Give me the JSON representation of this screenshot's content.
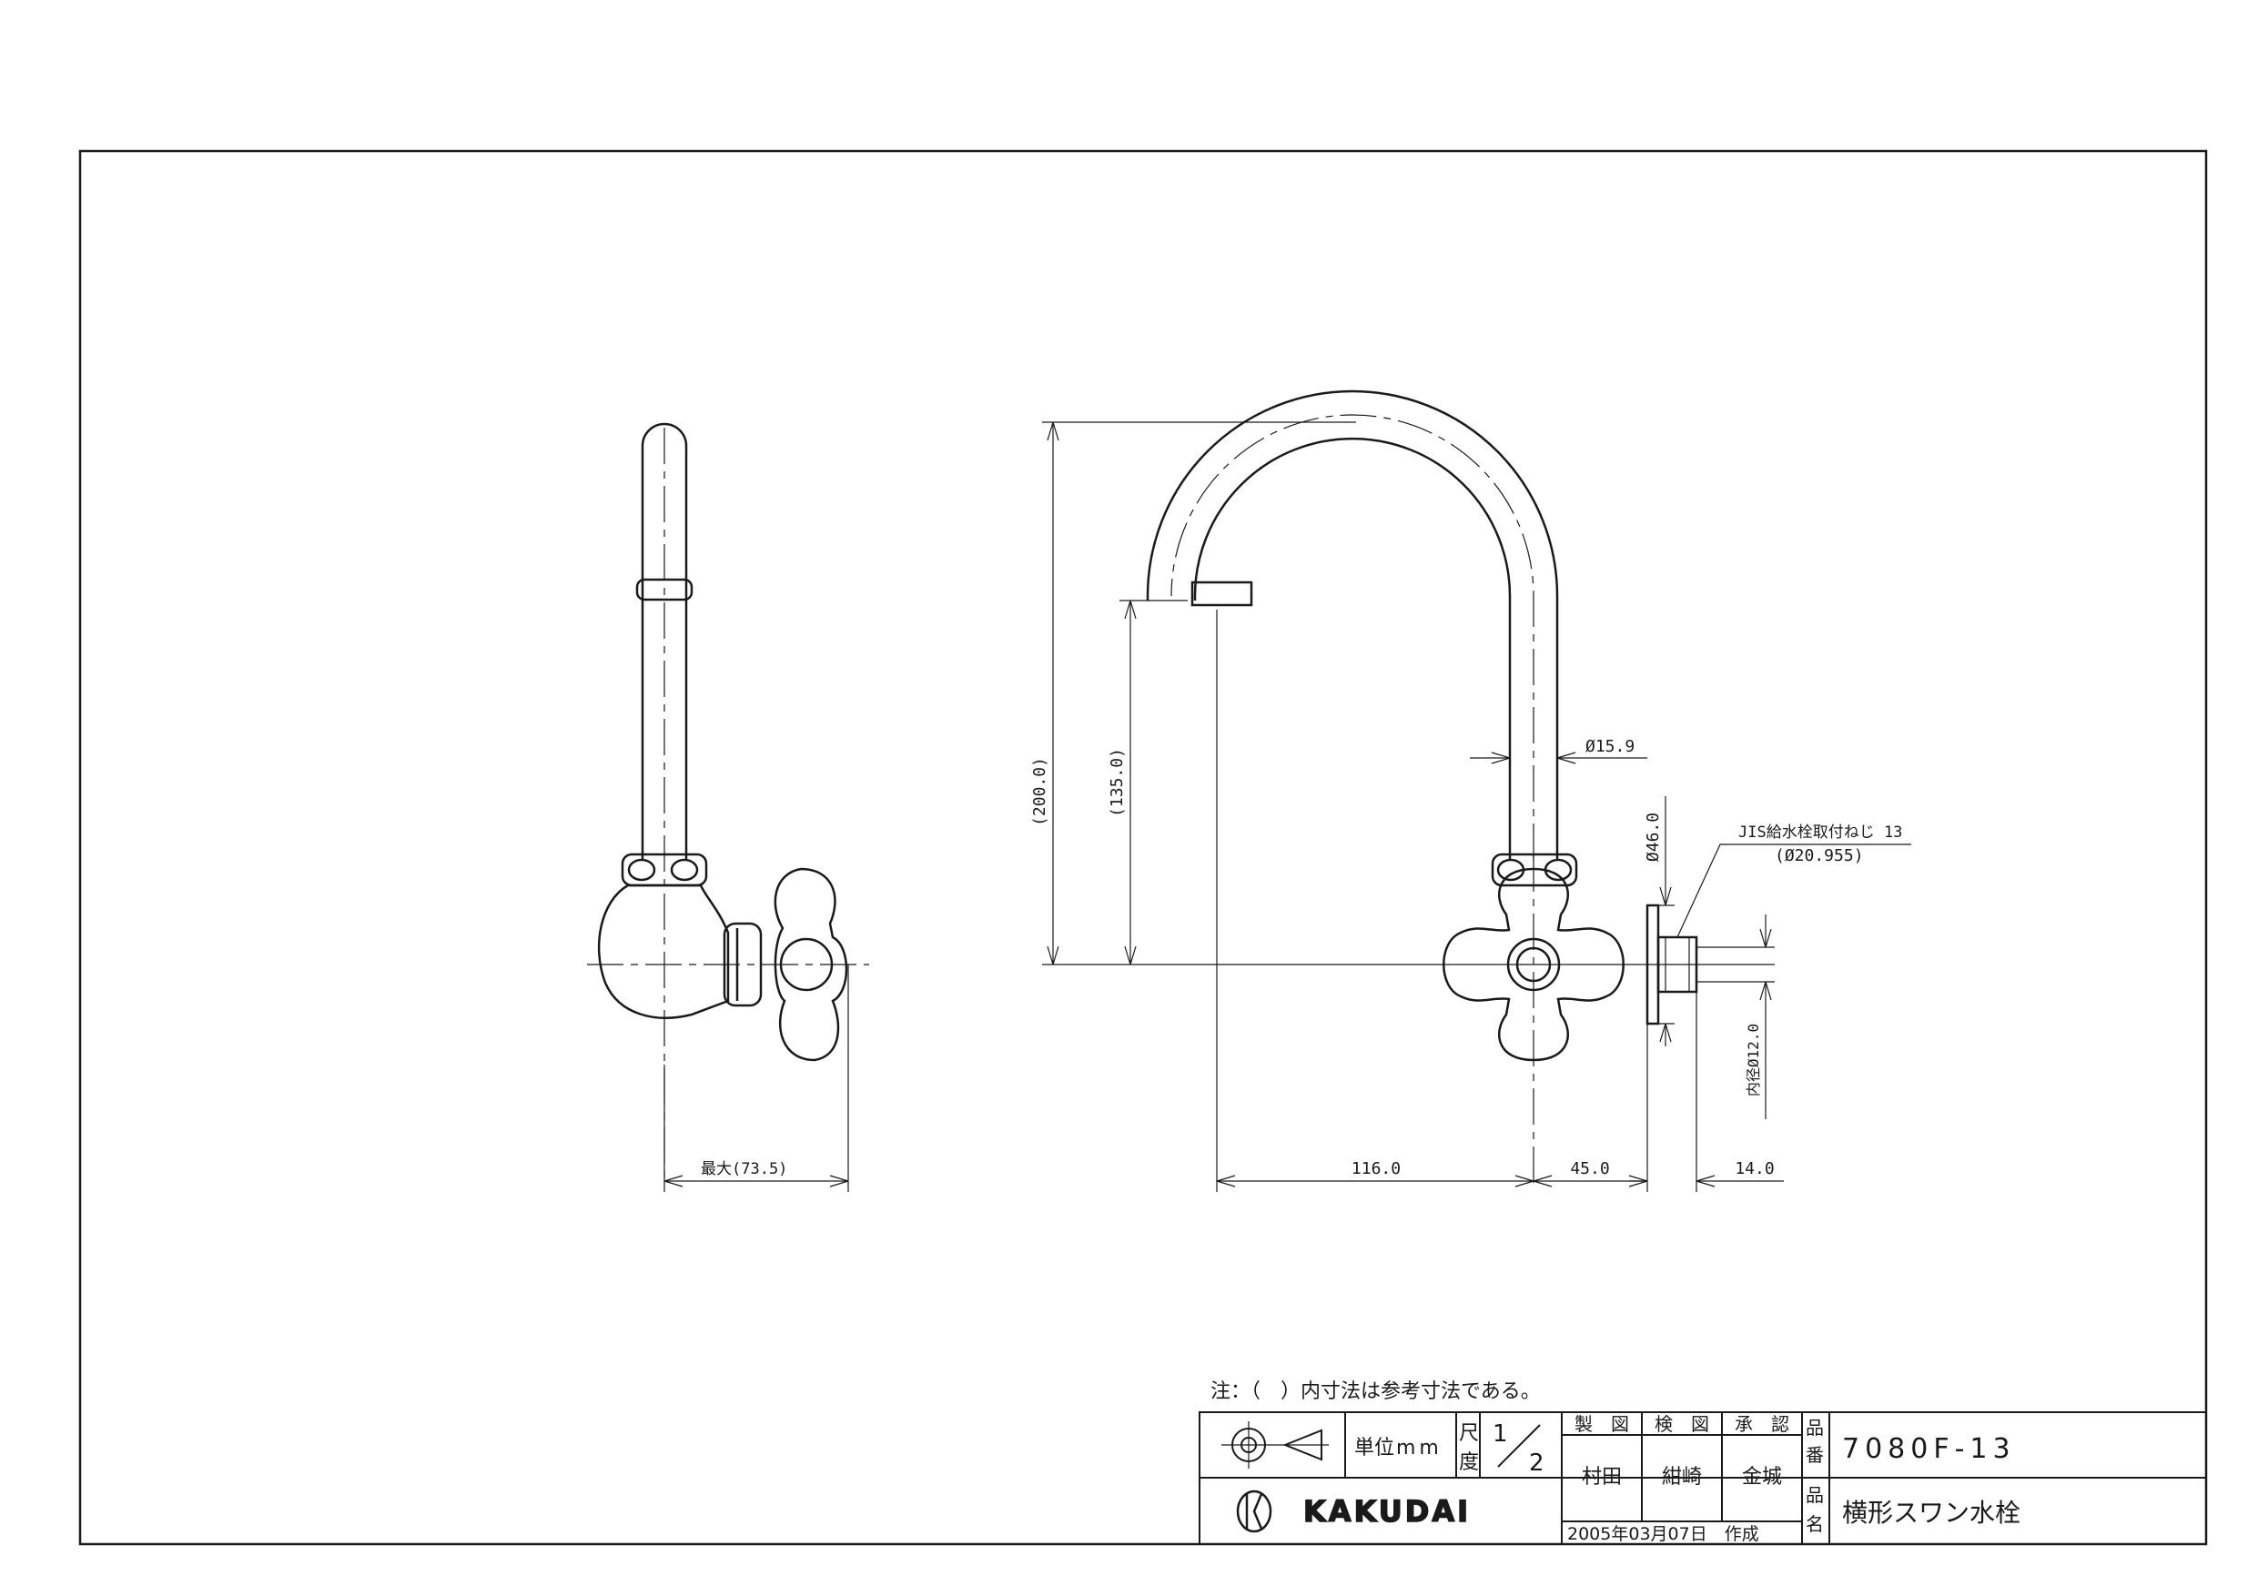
{
  "drawing": {
    "dimensions": {
      "spout_total_height": "(200.0)",
      "spout_outlet_height": "(135.0)",
      "pipe_diameter": "Ø15.9",
      "flange_diameter": "Ø46.0",
      "thread_label": "JIS給水栓取付ねじ 13",
      "thread_diameter": "(Ø20.955)",
      "inner_diameter": "内径Ø12.0",
      "reach": "116.0",
      "body_to_flange": "45.0",
      "thread_length": "14.0",
      "side_view_max": "最大(73.5)"
    },
    "note": "注：（　）内寸法は参考寸法である。"
  },
  "title_block": {
    "unit_label": "単位",
    "unit_value": "mm",
    "scale_label_1": "尺",
    "scale_label_2": "度",
    "scale_num": "1",
    "scale_den": "2",
    "role_drawn": "製　図",
    "role_checked": "検　図",
    "role_approved": "承　認",
    "name_drawn": "村田",
    "name_checked": "紺崎",
    "name_approved": "金城",
    "created": "2005年03月07日　作成",
    "part_no_label_1": "品",
    "part_no_label_2": "番",
    "part_no": "7080F-13",
    "part_name_label_1": "品",
    "part_name_label_2": "名",
    "part_name": "横形スワン水栓",
    "brand": "KAKUDAI"
  }
}
